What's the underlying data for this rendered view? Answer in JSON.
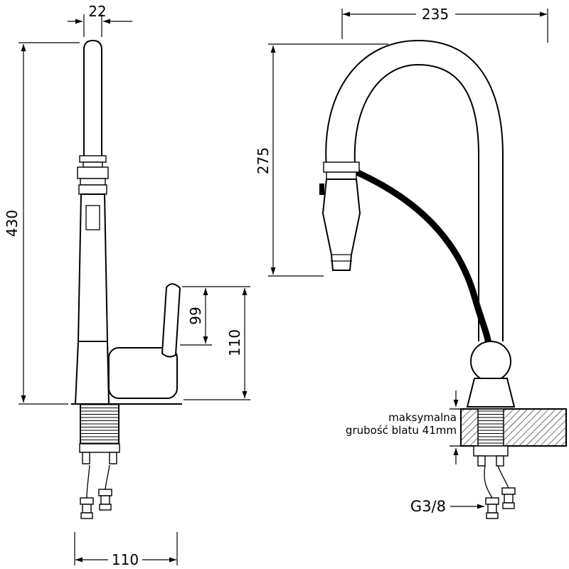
{
  "page": {
    "background": "#ffffff",
    "ink": "#000000"
  },
  "drawing": {
    "kind": "kitchen faucet technical drawing",
    "views": {
      "side": "side view",
      "front": "front view"
    }
  },
  "dimensions": {
    "spout_diameter": "22",
    "total_height": "430",
    "handle_height": "99",
    "outlet_height": "110",
    "base_depth": "110",
    "spout_reach": "235",
    "spout_clearance": "275",
    "note_line1": "maksymalna",
    "note_line2": "grubość blatu 41mm",
    "thread": "G3/8"
  }
}
